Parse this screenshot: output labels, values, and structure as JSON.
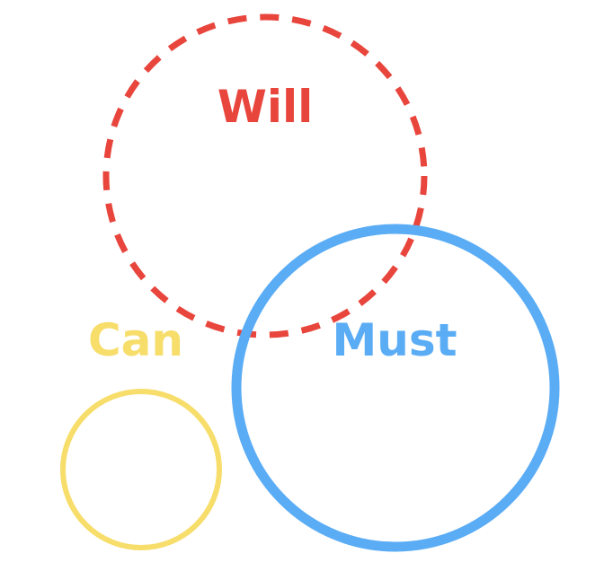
{
  "diagram": {
    "circles": [
      {
        "id": "will",
        "label": "Will",
        "color": "#e8453c",
        "style": "dashed"
      },
      {
        "id": "can",
        "label": "Can",
        "color": "#f7dd6a",
        "style": "solid"
      },
      {
        "id": "must",
        "label": "Must",
        "color": "#5aacf5",
        "style": "solid"
      }
    ]
  }
}
